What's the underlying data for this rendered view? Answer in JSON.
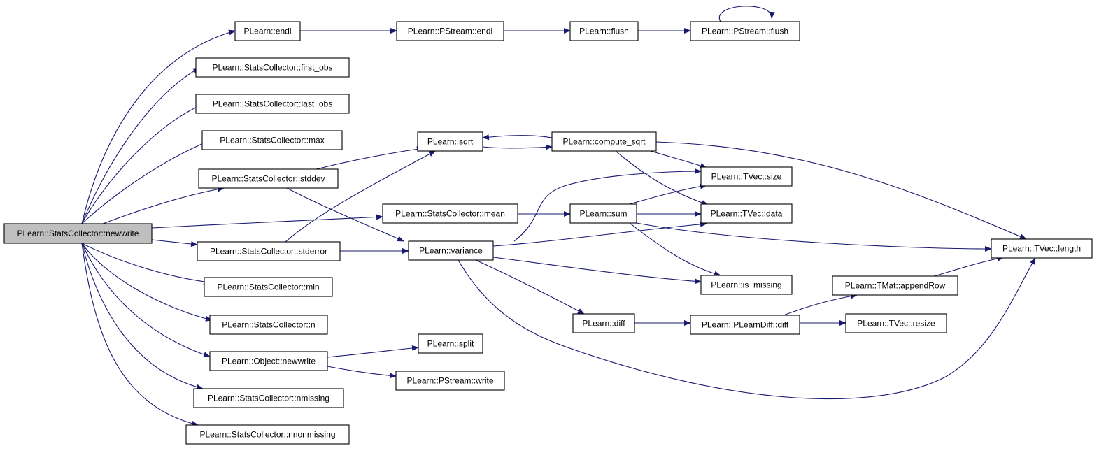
{
  "graph": {
    "root": "newwrite_sc",
    "colors": {
      "edge": "#191970",
      "root_fill": "#bfbfbf",
      "node_fill": "#ffffff",
      "border": "#000000"
    },
    "nodes": [
      {
        "id": "newwrite_sc",
        "label": "PLearn::StatsCollector::newwrite"
      },
      {
        "id": "endl",
        "label": "PLearn::endl"
      },
      {
        "id": "pstream_endl",
        "label": "PLearn::PStream::endl"
      },
      {
        "id": "flush",
        "label": "PLearn::flush"
      },
      {
        "id": "pstream_flush",
        "label": "PLearn::PStream::flush"
      },
      {
        "id": "first_obs",
        "label": "PLearn::StatsCollector::first_obs"
      },
      {
        "id": "last_obs",
        "label": "PLearn::StatsCollector::last_obs"
      },
      {
        "id": "max",
        "label": "PLearn::StatsCollector::max"
      },
      {
        "id": "stddev",
        "label": "PLearn::StatsCollector::stddev"
      },
      {
        "id": "mean",
        "label": "PLearn::StatsCollector::mean"
      },
      {
        "id": "stderror",
        "label": "PLearn::StatsCollector::stderror"
      },
      {
        "id": "min",
        "label": "PLearn::StatsCollector::min"
      },
      {
        "id": "n",
        "label": "PLearn::StatsCollector::n"
      },
      {
        "id": "obj_newwrite",
        "label": "PLearn::Object::newwrite"
      },
      {
        "id": "nmissing",
        "label": "PLearn::StatsCollector::nmissing"
      },
      {
        "id": "nnonmissing",
        "label": "PLearn::StatsCollector::nnonmissing"
      },
      {
        "id": "sqrt",
        "label": "PLearn::sqrt"
      },
      {
        "id": "compute_sqrt",
        "label": "PLearn::compute_sqrt"
      },
      {
        "id": "variance",
        "label": "PLearn::variance"
      },
      {
        "id": "sum",
        "label": "PLearn::sum"
      },
      {
        "id": "diff",
        "label": "PLearn::diff"
      },
      {
        "id": "split",
        "label": "PLearn::split"
      },
      {
        "id": "pstream_write",
        "label": "PLearn::PStream::write"
      },
      {
        "id": "tvec_size",
        "label": "PLearn::TVec::size"
      },
      {
        "id": "tvec_data",
        "label": "PLearn::TVec::data"
      },
      {
        "id": "is_missing",
        "label": "PLearn::is_missing"
      },
      {
        "id": "plearndiff_diff",
        "label": "PLearn::PLearnDiff::diff"
      },
      {
        "id": "tmat_appendrow",
        "label": "PLearn::TMat::appendRow"
      },
      {
        "id": "tvec_resize",
        "label": "PLearn::TVec::resize"
      },
      {
        "id": "tvec_length",
        "label": "PLearn::TVec::length"
      }
    ],
    "edges": [
      {
        "from": "newwrite_sc",
        "to": "endl"
      },
      {
        "from": "newwrite_sc",
        "to": "first_obs"
      },
      {
        "from": "newwrite_sc",
        "to": "last_obs"
      },
      {
        "from": "newwrite_sc",
        "to": "max"
      },
      {
        "from": "newwrite_sc",
        "to": "stddev"
      },
      {
        "from": "newwrite_sc",
        "to": "mean"
      },
      {
        "from": "newwrite_sc",
        "to": "stderror"
      },
      {
        "from": "newwrite_sc",
        "to": "min"
      },
      {
        "from": "newwrite_sc",
        "to": "n"
      },
      {
        "from": "newwrite_sc",
        "to": "obj_newwrite"
      },
      {
        "from": "newwrite_sc",
        "to": "nmissing"
      },
      {
        "from": "newwrite_sc",
        "to": "nnonmissing"
      },
      {
        "from": "endl",
        "to": "pstream_endl"
      },
      {
        "from": "pstream_endl",
        "to": "flush"
      },
      {
        "from": "flush",
        "to": "pstream_flush"
      },
      {
        "from": "pstream_flush",
        "to": "pstream_flush"
      },
      {
        "from": "stddev",
        "to": "sqrt"
      },
      {
        "from": "stddev",
        "to": "variance"
      },
      {
        "from": "mean",
        "to": "sum"
      },
      {
        "from": "stderror",
        "to": "sqrt"
      },
      {
        "from": "stderror",
        "to": "variance"
      },
      {
        "from": "obj_newwrite",
        "to": "split"
      },
      {
        "from": "obj_newwrite",
        "to": "pstream_write"
      },
      {
        "from": "sqrt",
        "to": "compute_sqrt"
      },
      {
        "from": "compute_sqrt",
        "to": "sqrt"
      },
      {
        "from": "compute_sqrt",
        "to": "tvec_size"
      },
      {
        "from": "compute_sqrt",
        "to": "tvec_data"
      },
      {
        "from": "compute_sqrt",
        "to": "tvec_length"
      },
      {
        "from": "variance",
        "to": "tvec_size"
      },
      {
        "from": "variance",
        "to": "tvec_data"
      },
      {
        "from": "variance",
        "to": "is_missing"
      },
      {
        "from": "variance",
        "to": "diff"
      },
      {
        "from": "variance",
        "to": "tvec_length"
      },
      {
        "from": "sum",
        "to": "tvec_size"
      },
      {
        "from": "sum",
        "to": "tvec_data"
      },
      {
        "from": "sum",
        "to": "is_missing"
      },
      {
        "from": "sum",
        "to": "tvec_length"
      },
      {
        "from": "diff",
        "to": "plearndiff_diff"
      },
      {
        "from": "plearndiff_diff",
        "to": "tmat_appendrow"
      },
      {
        "from": "plearndiff_diff",
        "to": "tvec_resize"
      },
      {
        "from": "tmat_appendrow",
        "to": "tvec_length"
      }
    ]
  }
}
